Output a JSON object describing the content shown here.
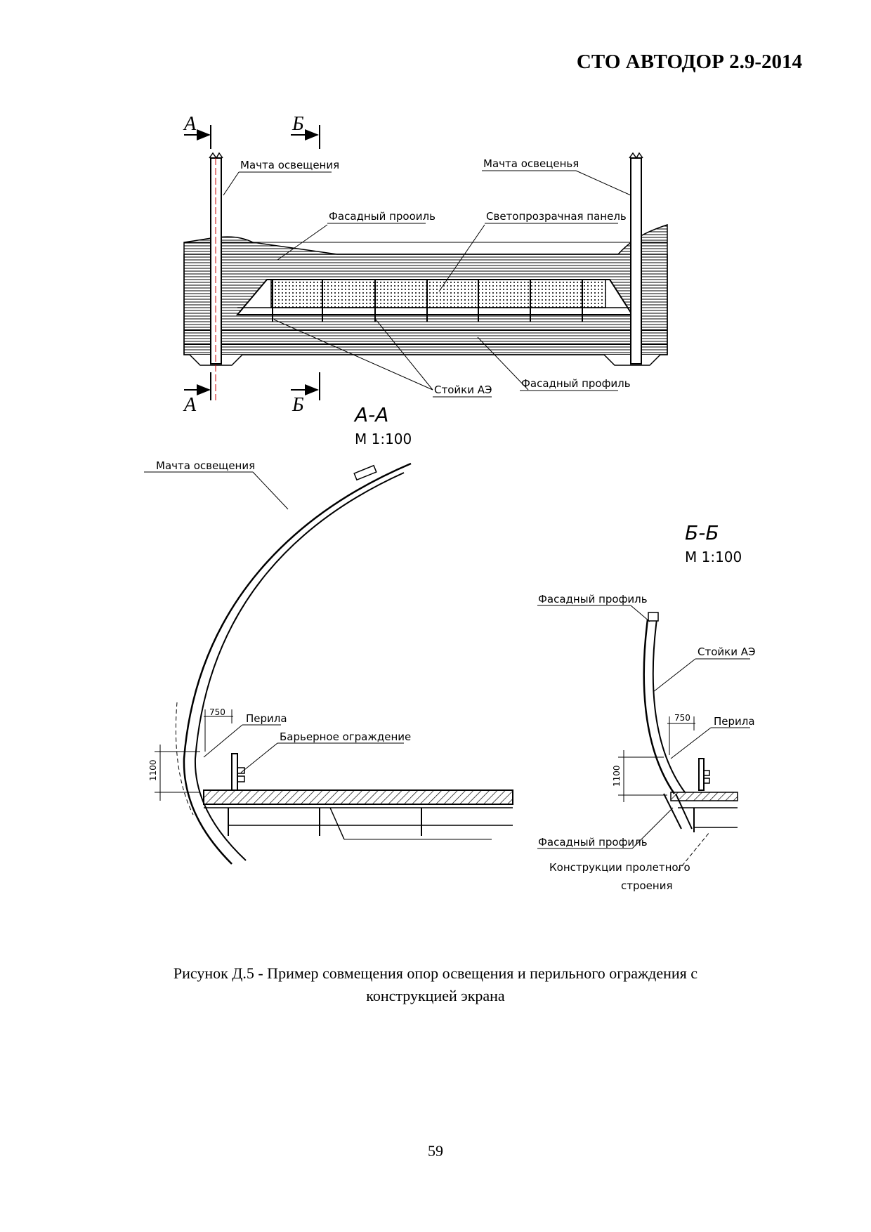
{
  "header": {
    "doc_code": "СТО АВТОДОР 2.9-2014"
  },
  "plan_view": {
    "cut_a_top": "А",
    "cut_b_top": "Б",
    "cut_a_bottom": "А",
    "cut_b_bottom": "Б",
    "mast_left_label": "Мачта освещения",
    "mast_right_label": "Мачта освеценья",
    "facade_top_label": "Фасадный прооиль",
    "panel_label": "Светопрозрачная панель",
    "posts_label": "Стойки АЭ",
    "facade_bottom_label": "Фасадный профиль"
  },
  "section_aa": {
    "title": "А-А",
    "scale": "М 1:100",
    "mast_label": "Мачта освещения",
    "railing_label": "Перила",
    "barrier_label": "Барьерное ограждение",
    "dim_width": "750",
    "dim_height": "1100"
  },
  "section_bb": {
    "title": "Б-Б",
    "scale": "М 1:100",
    "facade_top_label": "Фасадный профиль",
    "posts_label": "Стойки АЭ",
    "railing_label": "Перила",
    "facade_bottom_label": "Фасадный профиль",
    "span_label_line1": "Конструкции пролетного",
    "span_label_line2": "строения",
    "dim_width": "750",
    "dim_height": "1100"
  },
  "caption": {
    "line1": "Рисунок Д.5 - Пример совмещения опор освещения и перильного ограждения с",
    "line2": "конструкцией экрана"
  },
  "page_number": "59"
}
